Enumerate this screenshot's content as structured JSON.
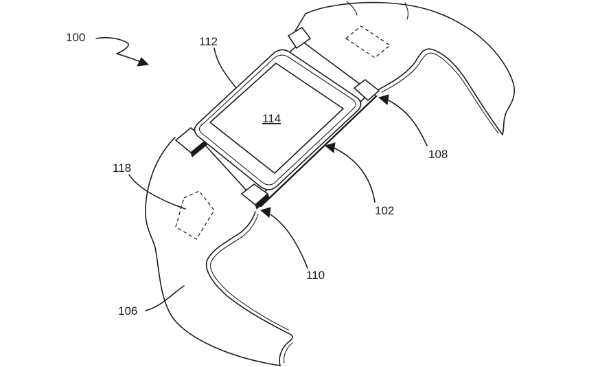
{
  "figure": {
    "labels": {
      "ref_100": "100",
      "ref_112": "112",
      "ref_114": "114",
      "ref_118": "118",
      "ref_108": "108",
      "ref_102": "102",
      "ref_110": "110",
      "ref_106": "106"
    },
    "line_color": "#1a1a1a",
    "background_color": "#ffffff"
  }
}
